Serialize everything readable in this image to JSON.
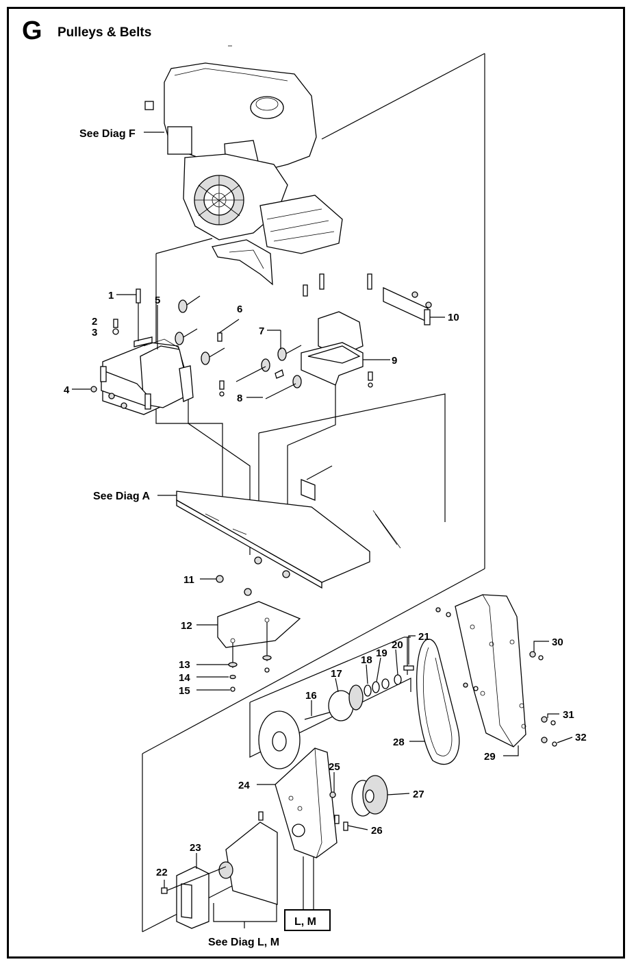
{
  "header": {
    "section_letter": "G",
    "title": "Pulleys & Belts"
  },
  "references": {
    "diag_f": "See Diag F",
    "diag_a": "See Diag A",
    "diag_lm": "See Diag L, M",
    "lm_box": "L, M"
  },
  "callouts": [
    "1",
    "2",
    "3",
    "4",
    "5",
    "6",
    "7",
    "8",
    "9",
    "10",
    "11",
    "12",
    "13",
    "14",
    "15",
    "16",
    "17",
    "18",
    "19",
    "20",
    "21",
    "22",
    "23",
    "24",
    "25",
    "26",
    "27",
    "28",
    "29",
    "30",
    "31",
    "32"
  ]
}
